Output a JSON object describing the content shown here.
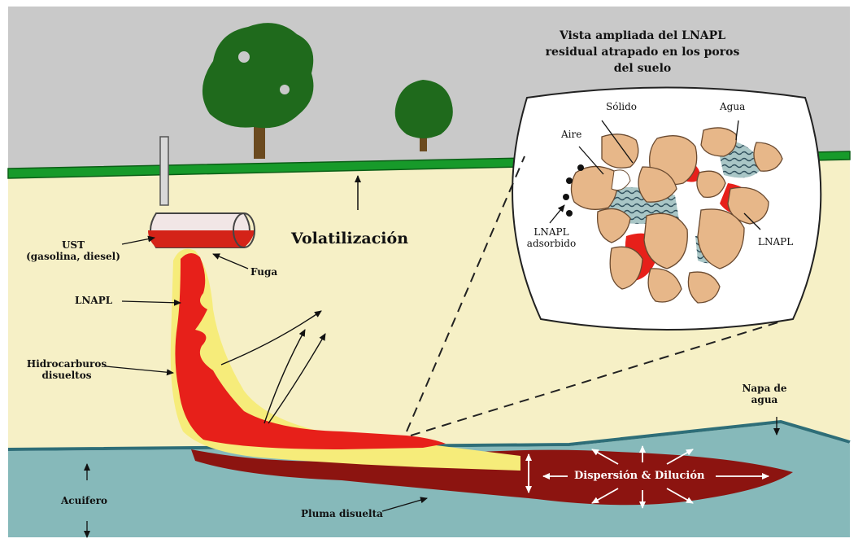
{
  "inset": {
    "title_lines": [
      "Vista ampliada del LNAPL",
      "residual atrapado en los poros",
      "del suelo"
    ],
    "labels": {
      "solido": "Sólido",
      "agua": "Agua",
      "aire": "Aire",
      "lnapl_adsorbido_1": "LNAPL",
      "lnapl_adsorbido_2": "adsorbido",
      "lnapl": "LNAPL"
    }
  },
  "labels": {
    "ust_1": "UST",
    "ust_2": "(gasolina, diesel)",
    "fuga": "Fuga",
    "lnapl": "LNAPL",
    "hidrocarburos_1": "Hidrocarburos",
    "hidrocarburos_2": "disueltos",
    "volatilizacion": "Volatilización",
    "napa_1": "Napa de",
    "napa_2": "agua",
    "dispersion": "Dispersión & Dilución",
    "acuifero": "Acuifero",
    "pluma": "Pluma disuelta"
  },
  "colors": {
    "sky": "#c9c9c9",
    "ground": "#f6f0c6",
    "grass": "#179a2a",
    "aquifer": "#86b9ba",
    "lnapl_red": "#e7201a",
    "dissolved_yellow": "#f6ec7a",
    "plume_dark_red": "#8c1410",
    "soil_grain": "#e7b789",
    "tree_green": "#1f6a1c",
    "trunk": "#6b4a1f"
  },
  "icons": [
    "tree-icon",
    "tank-icon",
    "magnifier-inset-icon"
  ]
}
